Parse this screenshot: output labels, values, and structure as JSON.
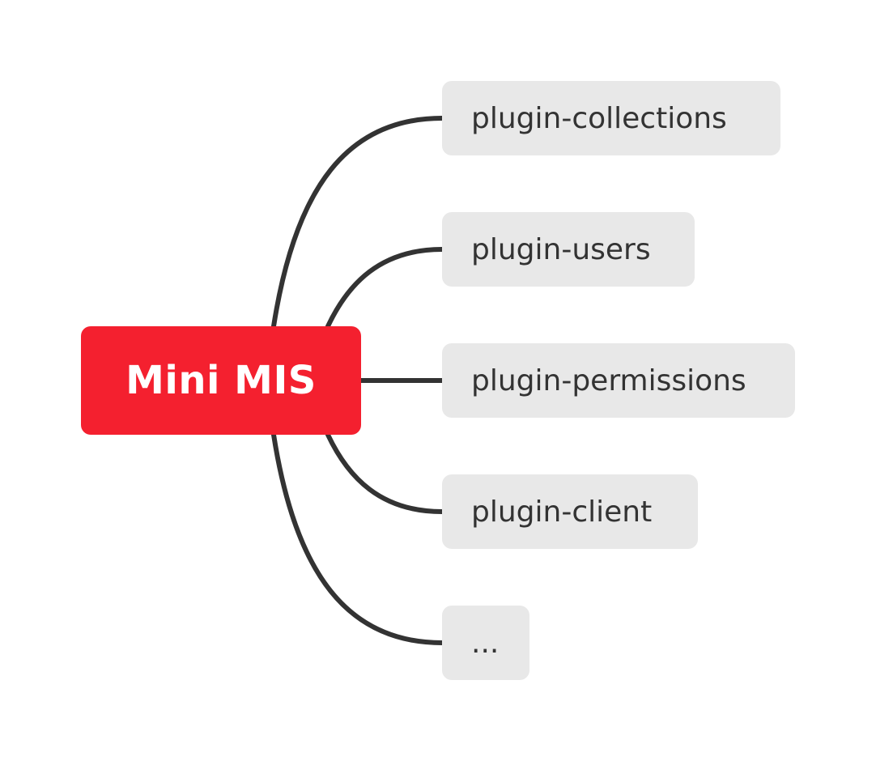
{
  "colors": {
    "root_fill": "#f4202f",
    "child_fill": "#e8e8e8",
    "connector": "#333333",
    "child_text": "#333333",
    "root_text": "#ffffff"
  },
  "root": {
    "label": "Mini MIS"
  },
  "children": [
    {
      "label": "plugin-collections"
    },
    {
      "label": "plugin-users"
    },
    {
      "label": "plugin-permissions"
    },
    {
      "label": "plugin-client"
    },
    {
      "label": "..."
    }
  ]
}
